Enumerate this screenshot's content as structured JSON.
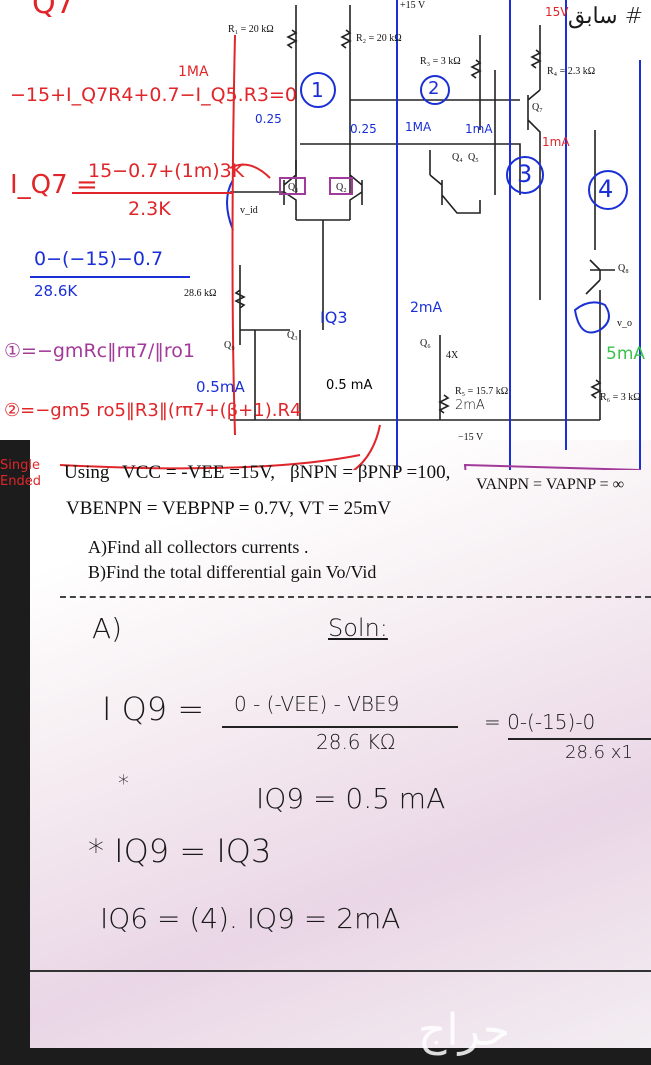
{
  "circuit": {
    "vcc_label": "+15 V",
    "r1": "R₁ = 20 kΩ",
    "r2": "R₂ = 20 kΩ",
    "r3": "R₃ = 3 kΩ",
    "r4": "R₄ = 2.3 kΩ",
    "r5": "R₅ = 15.7 kΩ",
    "r6": "R₆ = 3 kΩ",
    "r_bias": "28.6 kΩ",
    "vee_label": "−15 V",
    "vid": "v_id",
    "vo": "v_o",
    "q_labels": [
      "Q₁",
      "Q₂",
      "Q₃",
      "Q₄",
      "Q₅",
      "Q₆",
      "Q₇",
      "Q₈",
      "Q₉"
    ],
    "mirror_ratio": "4X",
    "i_q3": "0.5 mA"
  },
  "annotations": {
    "top_left": "Q7",
    "imA": "1MA",
    "kvl": "−15+I_Q7R4+0.7−I_Q5.R3=0",
    "iq7": "I_Q7 =",
    "iq7_num": "15−0.7+(1m)3K",
    "iq7_den": "2.3K",
    "iq9_num": "0−(−15)−0.7",
    "iq9_den": "28.6K",
    "i025a": "0.25",
    "i025b": "0.25",
    "i1ma_a": "1MA",
    "i1ma_b": "1mA",
    "i1ma_c": "1mA",
    "i2ma": "2mA",
    "i05ma": "0.5mA",
    "i2ma_b": "2mA",
    "i5ma": "5mA",
    "i15v": "15V",
    "arabic": "سابق #",
    "stage1": "1",
    "stage2": "2",
    "stage3": "3",
    "stage4": "4",
    "gain1": "①=−gmRc‖rπ7/‖ro1",
    "gain2": "②=−gm5 ro5‖R3‖(rπ7+(β+1).R4",
    "single_ended": "Single Ended",
    "iq": "IQ3",
    "circled_2": "2"
  },
  "problem": {
    "line1_using": "Using",
    "line1_vcc": "VCC = -VEE =15V,",
    "line1_beta": "βNPN = βPNP =100,",
    "line1_va": "VANPN = VAPNP = ∞",
    "line2": "VBENPN = VEBPNP = 0.7V, VT = 25mV",
    "qa": "A)Find all collectors currents .",
    "qb": "B)Find the total differential gain Vo/Vid"
  },
  "solution": {
    "part": "A)",
    "soln": "Soln:",
    "iq9_label": "I Q9 =",
    "iq9_num": "0 - (-VEE) - VBE9",
    "iq9_den": "28.6 KΩ",
    "iq9_num2": "= 0-(-15)-0",
    "iq9_den2": "28.6 x1",
    "star": "*",
    "iq9_result": "IQ9 = 0.5 mA",
    "iq9_eq_iq3": "* IQ9 = IQ3",
    "iq6": "IQ6 = (4). IQ9  =  2mA"
  },
  "watermark": "حراج"
}
